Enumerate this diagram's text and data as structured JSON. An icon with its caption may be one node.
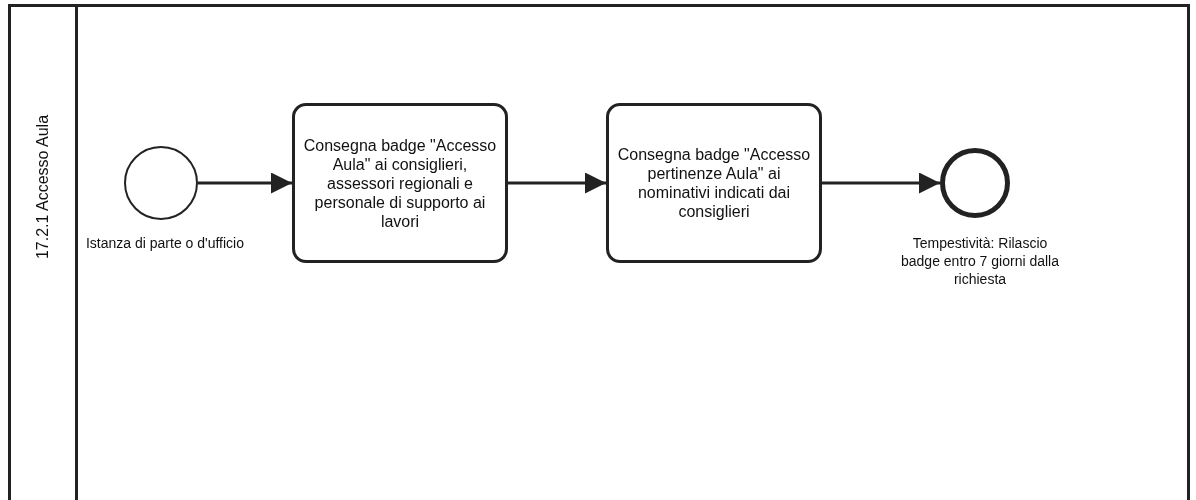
{
  "diagram": {
    "nodes": [
      {
        "text": [
          "17.2.1 Accesso Aula"
        ]
      },
      {
        "text": [],
        "shape": "circle",
        "in": 0,
        "beside": [
          "Istanza di parte o d'ufficio"
        ]
      },
      {
        "text": [
          "Consegna badge \"Accesso Aula\" ai consiglieri, assessori regionali e personale di supporto ai lavori"
        ],
        "in": 0
      },
      {
        "text": [
          "Consegna badge \"Accesso pertinenze Aula\" ai nominativi indicati dai consiglieri"
        ],
        "in": 0
      },
      {
        "text": [],
        "shape": "circle",
        "in": 0,
        "beside": [
          "Tempestività: Rilascio badge entro 7 giorni dalla richiesta"
        ]
      }
    ],
    "edges": [
      {
        "from": 1,
        "to": 2,
        "arrow": "to"
      },
      {
        "from": 2,
        "to": 3,
        "arrow": "to"
      },
      {
        "from": 3,
        "to": 4,
        "arrow": "to"
      }
    ]
  }
}
